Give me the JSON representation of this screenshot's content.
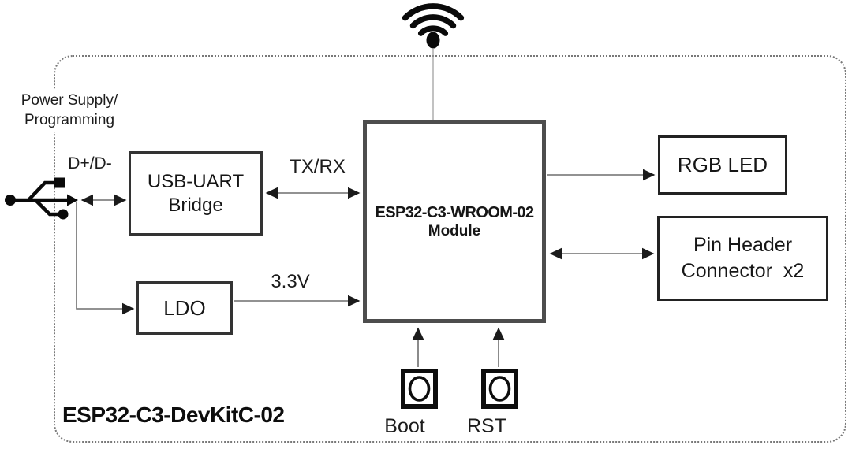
{
  "board": {
    "title": "ESP32-C3-DevKitC-02",
    "module": {
      "name": "ESP32-C3-WROOM-02",
      "type": "Module"
    }
  },
  "blocks": {
    "usb_uart": {
      "line1": "USB-UART",
      "line2": "Bridge"
    },
    "ldo": {
      "label": "LDO"
    },
    "rgb_led": {
      "label": "RGB LED"
    },
    "pin_header": {
      "line1": "Pin Header",
      "line2": "Connector  x2"
    }
  },
  "labels": {
    "power_supply_line1": "Power Supply/",
    "power_supply_line2": "Programming",
    "usb_data": "D+/D-",
    "uart": "TX/RX",
    "supply_rail": "3.3V"
  },
  "buttons": {
    "boot": "Boot",
    "reset": "RST"
  },
  "icons": {
    "wifi": "wifi-antenna-icon",
    "usb": "usb-connector-icon",
    "boot": "boot-button-icon",
    "reset": "rst-button-icon"
  },
  "colors": {
    "module_border": "#4d4d4d",
    "block_border": "#2b2b2b",
    "outline": "#787878",
    "line": "#6e6e6e",
    "arrowhead": "#1b1b1b",
    "text": "#161616"
  }
}
